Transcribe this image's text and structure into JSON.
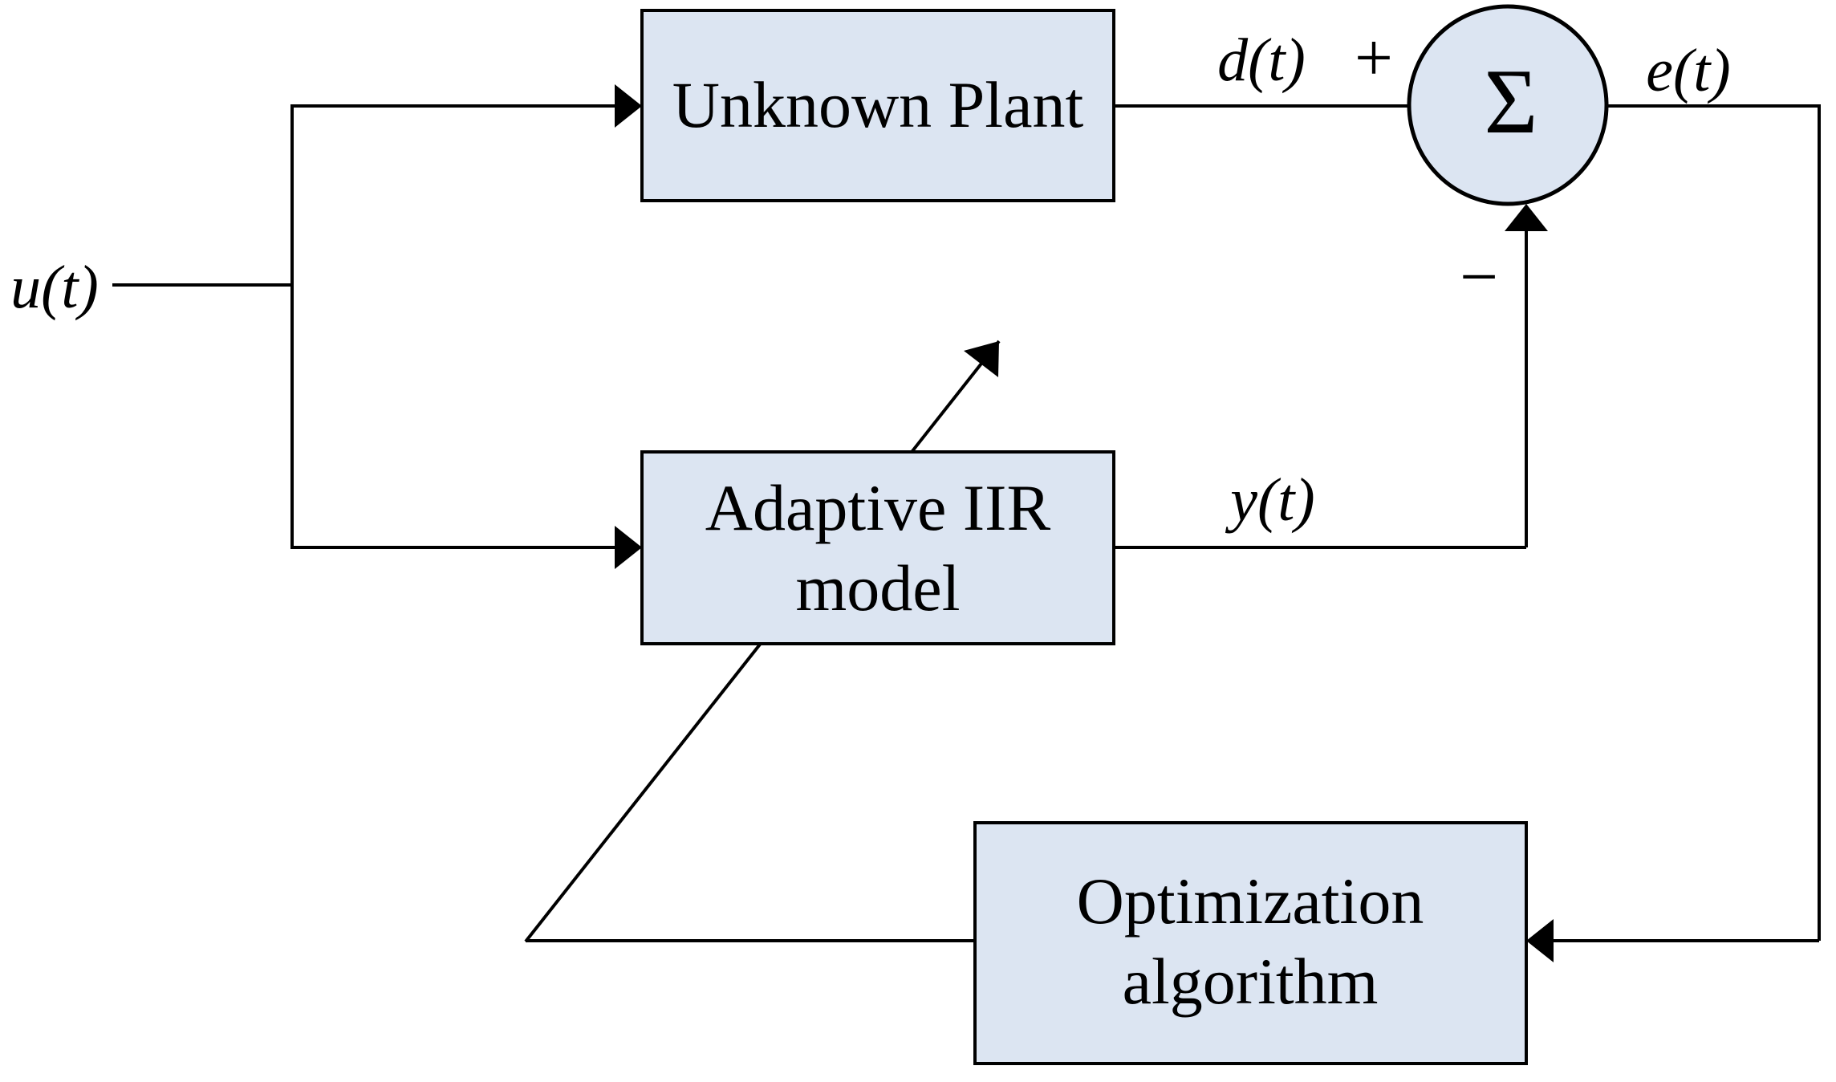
{
  "diagram": {
    "title": "Adaptive IIR model system identification block diagram",
    "colors": {
      "background": "#ffffff",
      "block_fill": "#dce5f2",
      "block_border": "#000000",
      "wire": "#000000",
      "text": "#000000"
    },
    "blocks": {
      "unknown_plant": {
        "label": "Unknown Plant"
      },
      "adaptive_iir": {
        "label_line1": "Adaptive IIR",
        "label_line2": "model"
      },
      "optimization": {
        "label_line1": "Optimization",
        "label_line2": "algorithm"
      },
      "summer": {
        "symbol": "Σ"
      }
    },
    "signals": {
      "input": "u(t)",
      "desired": "d(t)",
      "error": "e(t)",
      "model_output": "y(t)"
    },
    "signs": {
      "plus": "+",
      "minus": "−"
    }
  }
}
